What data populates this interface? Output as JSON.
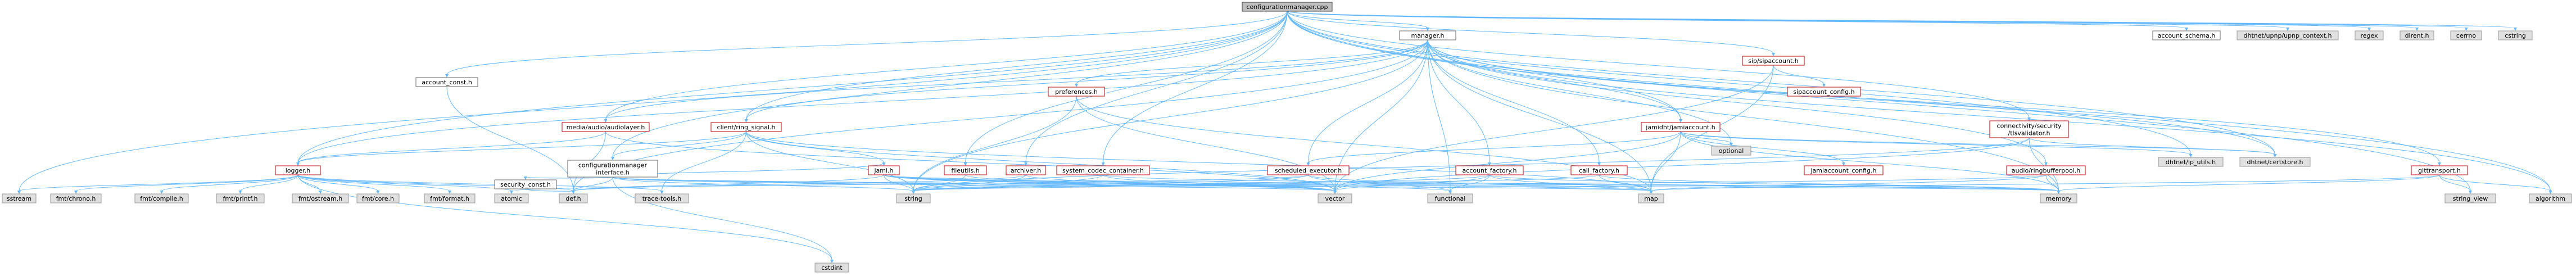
{
  "root": "configurationmanager.cpp",
  "nodes": {
    "root": "configurationmanager.cpp",
    "manager": "manager.h",
    "account_const": "account_const.h",
    "logger": "logger.h",
    "cstdint": "cstdint",
    "fmt_chrono": "fmt/chrono.h",
    "fmt_compile": "fmt/compile.h",
    "fmt_printf": "fmt/printf.h",
    "fmt_ostream": "fmt/ostream.h",
    "fmt_core": "fmt/core.h",
    "fmt_format": "fmt/format.h",
    "sstream": "sstream",
    "atomic": "atomic",
    "def": "def.h",
    "trace_tools": "trace-tools.h",
    "string": "string",
    "vector": "vector",
    "functional": "functional",
    "map": "map",
    "memory": "memory",
    "string_view": "string_view",
    "algorithm": "algorithm",
    "optional": "optional",
    "preferences": "preferences.h",
    "audiolayer": "media/audio/audiolayer.h",
    "ring_signal": "client/ring_signal.h",
    "cm_interface": "configurationmanager\ninterface.h",
    "security_const": "security_const.h",
    "jami": "jami.h",
    "fileutils": "fileutils.h",
    "archiver": "archiver.h",
    "system_codec": "system_codec_container.h",
    "scheduled_executor": "scheduled_executor.h",
    "account_factory": "account_factory.h",
    "call_factory": "call_factory.h",
    "jamiaccount": "jamidht/jamiaccount.h",
    "jamiaccount_config": "jamiaccount_config.h",
    "sipaccount": "sip/sipaccount.h",
    "sipaccount_config": "sipaccount_config.h",
    "ringbufferpool": "audio/ringbufferpool.h",
    "tlsvalidator": "connectivity/security\n/tlsvalidator.h",
    "ip_utils": "dhtnet/ip_utils.h",
    "certstore": "dhtnet/certstore.h",
    "gittransport": "gittransport.h",
    "account_schema": "account_schema.h",
    "upnp_context": "dhtnet/upnp/upnp_context.h",
    "regex": "regex",
    "dirent": "dirent.h",
    "cerrno": "cerrno",
    "cstring": "cstring"
  },
  "colors": {
    "edge_include": "#63b8ff",
    "edge_ref": "#e05050",
    "node_border_red": "#bf0000",
    "node_fill_gray": "#e0e0e0",
    "root_fill": "#bfbfbf"
  }
}
